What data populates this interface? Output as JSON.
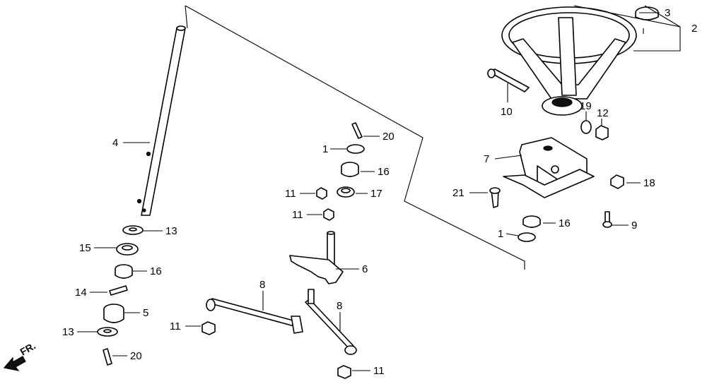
{
  "callouts": {
    "c1a": "1",
    "c1b": "1",
    "c2": "2",
    "c3": "3",
    "c4": "4",
    "c5": "5",
    "c6": "6",
    "c7": "7",
    "c8a": "8",
    "c8b": "8",
    "c9": "9",
    "c10": "10",
    "c11a": "11",
    "c11b": "11",
    "c11c": "11",
    "c11d": "11",
    "c12": "12",
    "c13a": "13",
    "c13b": "13",
    "c14": "14",
    "c15": "15",
    "c16a": "16",
    "c16b": "16",
    "c16c": "16",
    "c17": "17",
    "c18": "18",
    "c19": "19",
    "c20a": "20",
    "c20b": "20",
    "c21": "21"
  },
  "direction_label": "FR.",
  "colors": {
    "ink": "#000000",
    "paper": "#ffffff"
  }
}
